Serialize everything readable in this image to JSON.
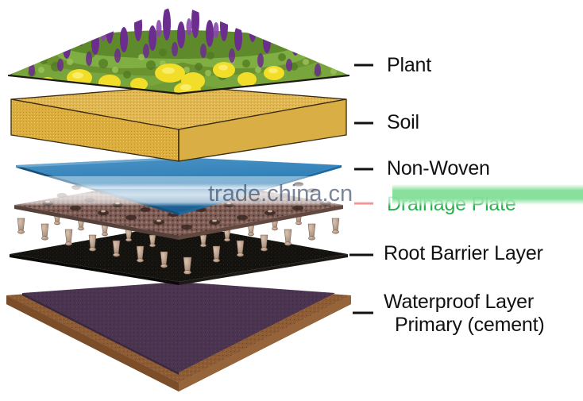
{
  "diagram": {
    "title": "Green Roof Layer Construction Exploded Diagram",
    "layers": [
      {
        "id": "plant",
        "label": "Plant",
        "color": "#6a9a2e",
        "accent": "#6b2d8e",
        "order": 1
      },
      {
        "id": "soil",
        "label": "Soil",
        "color": "#e0b44a",
        "order": 2
      },
      {
        "id": "non-woven",
        "label": "Non-Woven",
        "color": "#2b7fb8",
        "order": 3
      },
      {
        "id": "drainage-plate",
        "label": "Drainage Plate",
        "color": "#7a5a52",
        "order": 4
      },
      {
        "id": "root-barrier",
        "label": "Root Barrier Layer",
        "color": "#14120f",
        "order": 5
      },
      {
        "id": "waterproof",
        "label": "Waterproof Layer",
        "label2": "Primary (cement)",
        "color": "#4a3450",
        "base_color": "#8a5a33",
        "order": 6
      }
    ]
  },
  "labels": {
    "plant": "Plant",
    "soil": "Soil",
    "non_woven": "Non-Woven",
    "drainage_plate": "Drainage Plate",
    "root_barrier": "Root Barrier Layer",
    "waterproof_line1": "Waterproof Layer",
    "waterproof_line2": "Primary (cement)"
  },
  "watermark": {
    "text": "trade.china.cn",
    "band_color": "#ffffff",
    "highlight_color": "#74db8c",
    "text_color": "#283a58"
  },
  "colors": {
    "background": "#ffffff",
    "label_text": "#111111",
    "drainage_label_text": "#25b04a",
    "leader_line": "#111111",
    "drainage_leader_line": "#e8413a"
  }
}
